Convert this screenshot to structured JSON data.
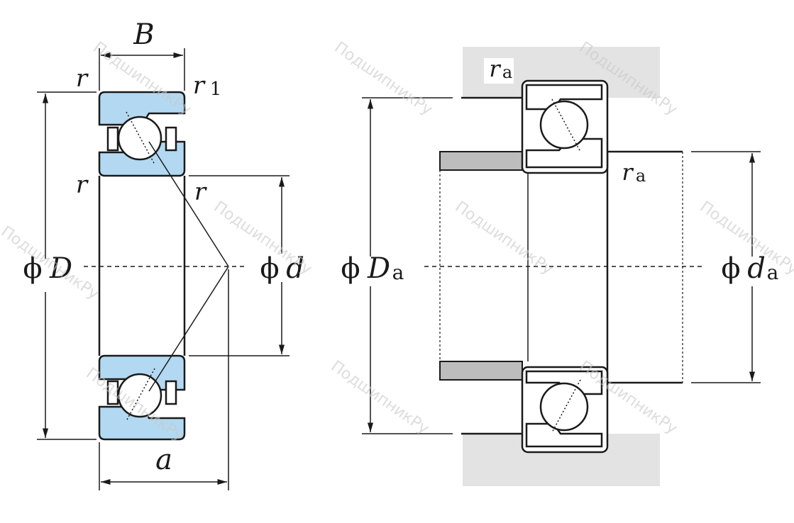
{
  "watermark": "ПодшипникРу",
  "left": {
    "B": "B",
    "r": "r",
    "r1": "r",
    "r1_sub": "1",
    "phi": "ϕ",
    "D": "D",
    "d": "d",
    "a": "a"
  },
  "right": {
    "r": "r",
    "a_sub": "a",
    "phi": "ϕ",
    "D": "D",
    "d": "d"
  },
  "colors": {
    "ring_fill": "#b3d9f2",
    "housing_fill": "#e3e3e3",
    "shaft_fill": "#bdbdbd",
    "line": "#1a1a1a"
  }
}
